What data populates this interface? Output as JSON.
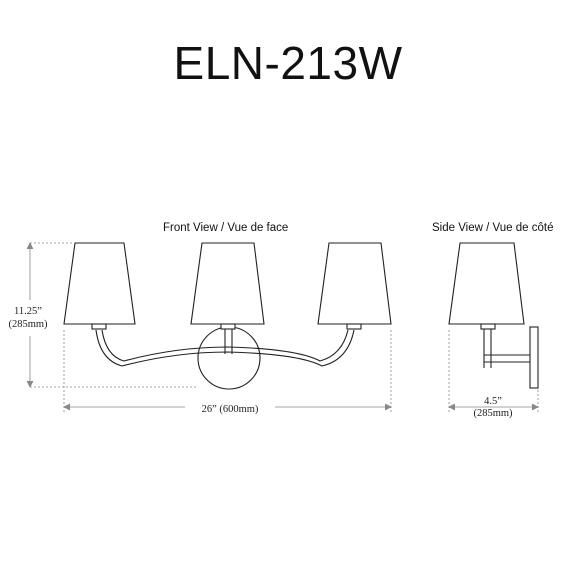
{
  "title": "ELN-213W",
  "views": {
    "front_label": "Front View / Vue de face",
    "side_label": "Side View / Vue de côté"
  },
  "dimensions": {
    "height_in": "11.25”",
    "height_mm": "(285mm)",
    "width": "26” (600mm)",
    "depth_in": "4.5”",
    "depth_mm": "(285mm)"
  },
  "colors": {
    "line": "#222222",
    "dim_line": "#888888"
  }
}
